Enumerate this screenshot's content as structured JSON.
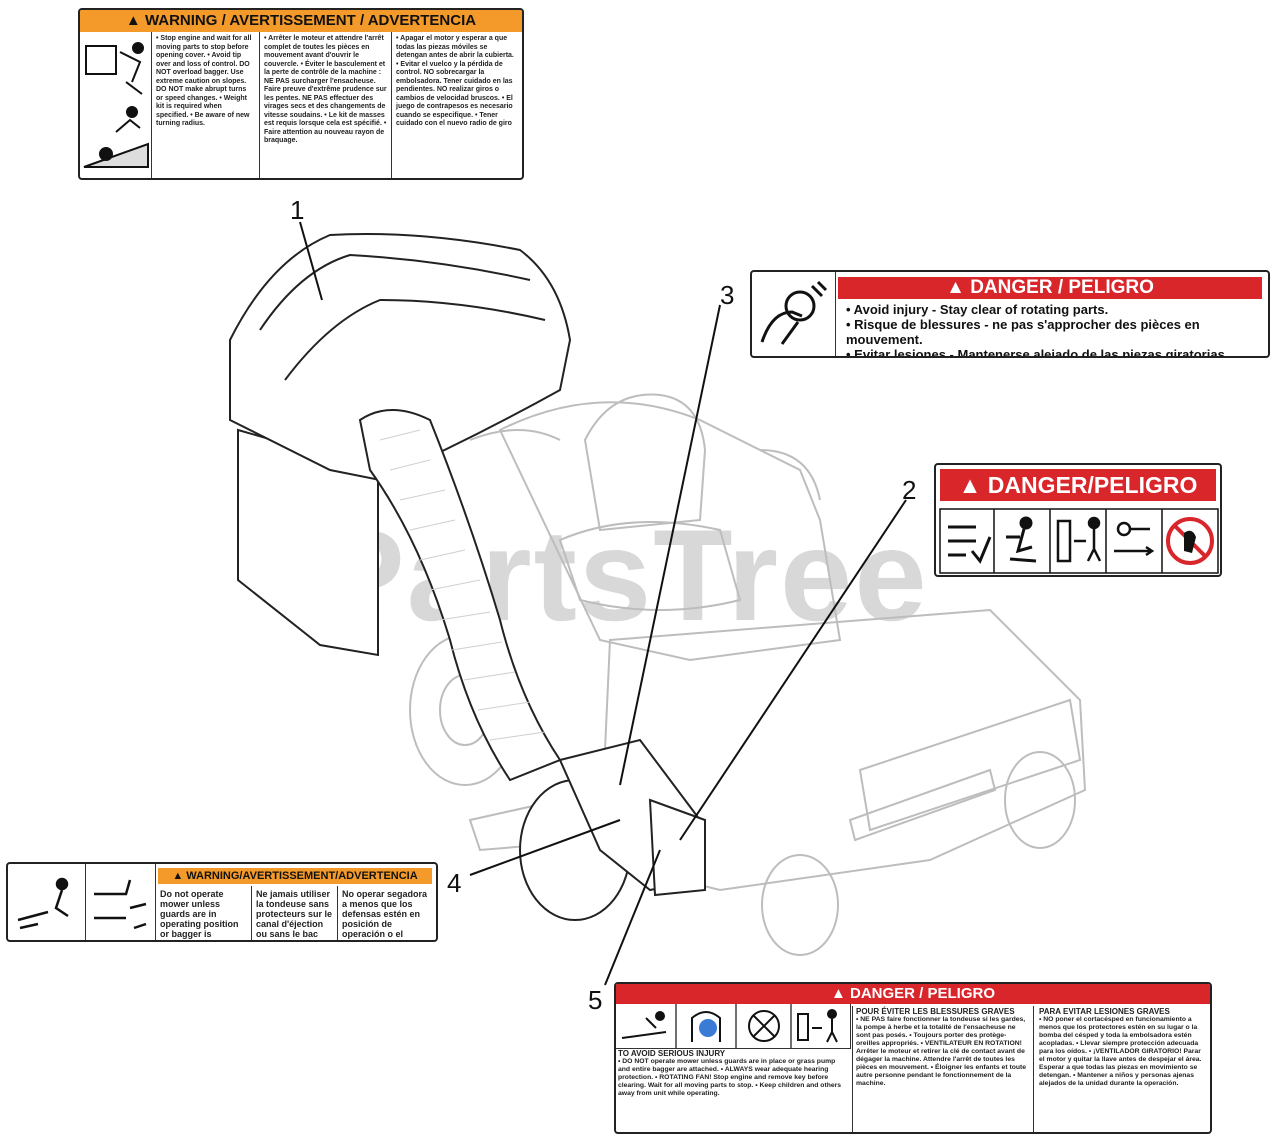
{
  "watermark": "PartsTree",
  "callouts": [
    "1",
    "2",
    "3",
    "4",
    "5"
  ],
  "decal_top_warning": {
    "header": "WARNING / AVERTISSEMENT / ADVERTENCIA",
    "col_en": "• Stop engine and wait for all moving parts to stop before opening cover. • Avoid tip over and loss of control. DO NOT overload bagger. Use extreme caution on slopes. DO NOT make abrupt turns or speed changes. • Weight kit is required when specified. • Be aware of new turning radius.",
    "col_fr": "• Arrêter le moteur et attendre l'arrêt complet de toutes les pièces en mouvement avant d'ouvrir le couvercle. • Éviter le basculement et la perte de contrôle de la machine : NE PAS surcharger l'ensacheuse. Faire preuve d'extrême prudence sur les pentes. NE PAS effectuer des virages secs et des changements de vitesse soudains. • Le kit de masses est requis lorsque cela est spécifié. • Faire attention au nouveau rayon de braquage.",
    "col_es": "• Apagar el motor y esperar a que todas las piezas móviles se detengan antes de abrir la cubierta. • Evitar el vuelco y la pérdida de control. NO sobrecargar la embolsadora. Tener cuidado en las pendientes. NO realizar giros o cambios de velocidad bruscos. • El juego de contrapesos es necesario cuando se especifique. • Tener cuidado con el nuevo radio de giro"
  },
  "decal_danger_rotating": {
    "header": "DANGER / PELIGRO",
    "lines": [
      "• Avoid injury - Stay clear of rotating parts.",
      "• Risque de blessures - ne pas s'approcher des pièces en mouvement.",
      "• Evitar lesiones - Mantenerse alejado de las piezas giratorias."
    ]
  },
  "decal_danger_pictos": {
    "header": "DANGER/PELIGRO"
  },
  "decal_warning_guards": {
    "header": "WARNING/AVERTISSEMENT/ADVERTENCIA",
    "col_en": "Do not operate mower unless guards are in operating position or bagger is attached.",
    "col_fr": "Ne jamais utiliser la tondeuse sans protecteurs sur le canal d'éjection ou sans le bac monté.",
    "col_es": "No operar segadora a menos que los defensas estén en posición de operación o el recogedor esté fijo."
  },
  "decal_danger_bottom": {
    "header": "DANGER / PELIGRO",
    "en_title": "TO AVOID SERIOUS INJURY",
    "en_text": "• DO NOT operate mower unless guards are in place or grass pump and entire bagger are attached. • ALWAYS wear adequate hearing protection. • ROTATING FAN! Stop engine and remove key before clearing. Wait for all moving parts to stop. • Keep children and others away from unit while operating.",
    "fr_title": "POUR ÉVITER LES BLESSURES GRAVES",
    "fr_text": "• NE PAS faire fonctionner la tondeuse si les gardes, la pompe à herbe et la totalité de l'ensacheuse ne sont pas posés. • Toujours porter des protège-oreilles appropriés. • VENTILATEUR EN ROTATION! Arrêter le moteur et retirer la clé de contact avant de dégager la machine. Attendre l'arrêt de toutes les pièces en mouvement. • Éloigner les enfants et toute autre personne pendant le fonctionnement de la machine.",
    "es_title": "PARA EVITAR LESIONES GRAVES",
    "es_text": "• NO poner el cortacésped en funcionamiento a menos que los protectores estén en su lugar o la bomba del césped y toda la embolsadora estén acopladas. • Llevar siempre protección adecuada para los oídos. • ¡VENTILADOR GIRATORIO! Parar el motor y quitar la llave antes de despejar el área. Esperar a que todas las piezas en movimiento se detengan. • Mantener a niños y personas ajenas alejados de la unidad durante la operación."
  }
}
